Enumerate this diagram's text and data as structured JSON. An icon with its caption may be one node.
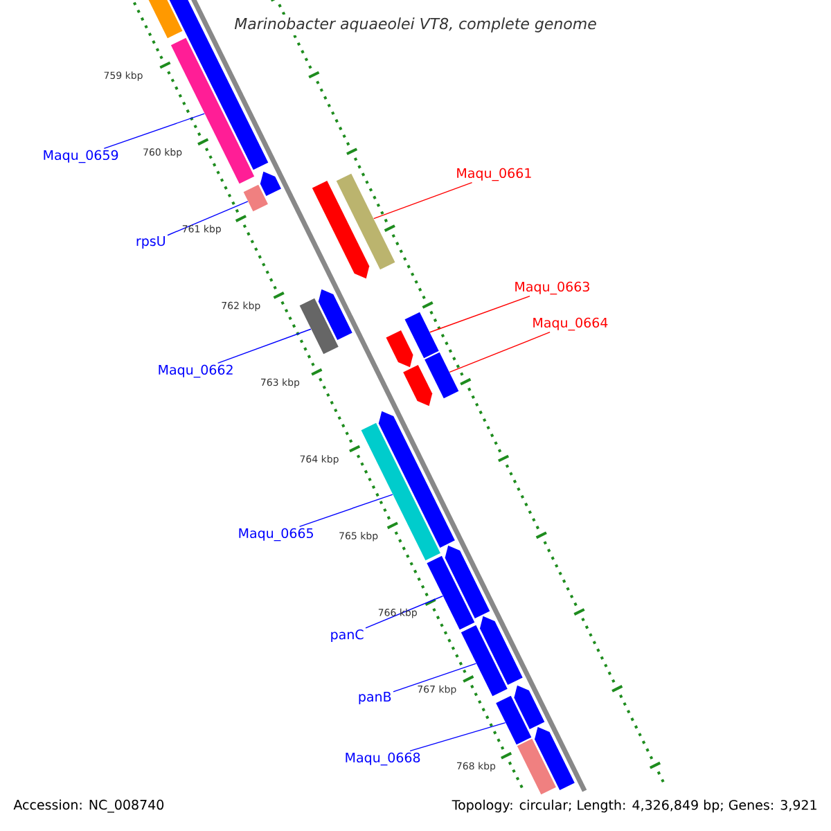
{
  "diagram": {
    "title": "Marinobacter aquaeolei VT8, complete genome",
    "nodes": [
      {
        "text": [
          "Maqu_0659"
        ]
      },
      {
        "text": [],
        "shape": "bar"
      },
      {
        "text": [
          "rpsU"
        ]
      },
      {
        "text": [],
        "shape": "bar"
      },
      {
        "text": [
          "Maqu_0661"
        ]
      },
      {
        "text": [],
        "shape": "bar"
      },
      {
        "text": [
          "Maqu_0662"
        ]
      },
      {
        "text": [],
        "shape": "bar"
      },
      {
        "text": [
          "Maqu_0663"
        ]
      },
      {
        "text": [],
        "shape": "bar"
      },
      {
        "text": [
          "Maqu_0664"
        ]
      },
      {
        "text": [],
        "shape": "bar"
      },
      {
        "text": [
          "Maqu_0665"
        ]
      },
      {
        "text": [],
        "shape": "bar"
      },
      {
        "text": [
          "panC"
        ]
      },
      {
        "text": [],
        "shape": "bar"
      },
      {
        "text": [
          "panB"
        ]
      },
      {
        "text": [],
        "shape": "bar"
      },
      {
        "text": [
          "Maqu_0668"
        ]
      },
      {
        "text": [],
        "shape": "bar"
      },
      {
        "text": [],
        "shape": "bar"
      },
      {
        "text": [],
        "shape": "bar"
      },
      {
        "text": [],
        "shape": "bar"
      },
      {
        "text": [],
        "shape": "bar"
      },
      {
        "text": [],
        "shape": "bar"
      },
      {
        "text": [],
        "shape": "bar"
      },
      {
        "text": [],
        "shape": "bar"
      },
      {
        "text": [],
        "shape": "bar"
      },
      {
        "text": [],
        "shape": "bar"
      },
      {
        "text": [],
        "shape": "bar"
      },
      {
        "text": [],
        "shape": "bar"
      },
      {
        "text": [],
        "shape": "bar"
      },
      {
        "text": [],
        "shape": "bar"
      },
      {
        "text": [],
        "shape": "bar"
      }
    ],
    "edges": [
      {
        "from": 0,
        "to": 1,
        "arrow": "none"
      },
      {
        "from": 2,
        "to": 3,
        "arrow": "none"
      },
      {
        "from": 4,
        "to": 5,
        "arrow": "none",
        "color": "#ff0000"
      },
      {
        "from": 6,
        "to": 7,
        "arrow": "none"
      },
      {
        "from": 8,
        "to": 9,
        "arrow": "none",
        "color": "#ff0000"
      },
      {
        "from": 10,
        "to": 11,
        "arrow": "none",
        "color": "#ff0000"
      },
      {
        "from": 12,
        "to": 13,
        "arrow": "none"
      },
      {
        "from": 14,
        "to": 15,
        "arrow": "none"
      },
      {
        "from": 16,
        "to": 17,
        "arrow": "none"
      },
      {
        "from": 18,
        "to": 19,
        "arrow": "none"
      }
    ],
    "labels": [
      "759 kbp",
      "760 kbp",
      "761 kbp",
      "762 kbp",
      "763 kbp",
      "764 kbp",
      "765 kbp",
      "766 kbp",
      "767 kbp",
      "768 kbp",
      "Accession: NC_008740",
      "Topology: circular; Length: 4,326,849 bp; Genes: 3,921"
    ]
  }
}
